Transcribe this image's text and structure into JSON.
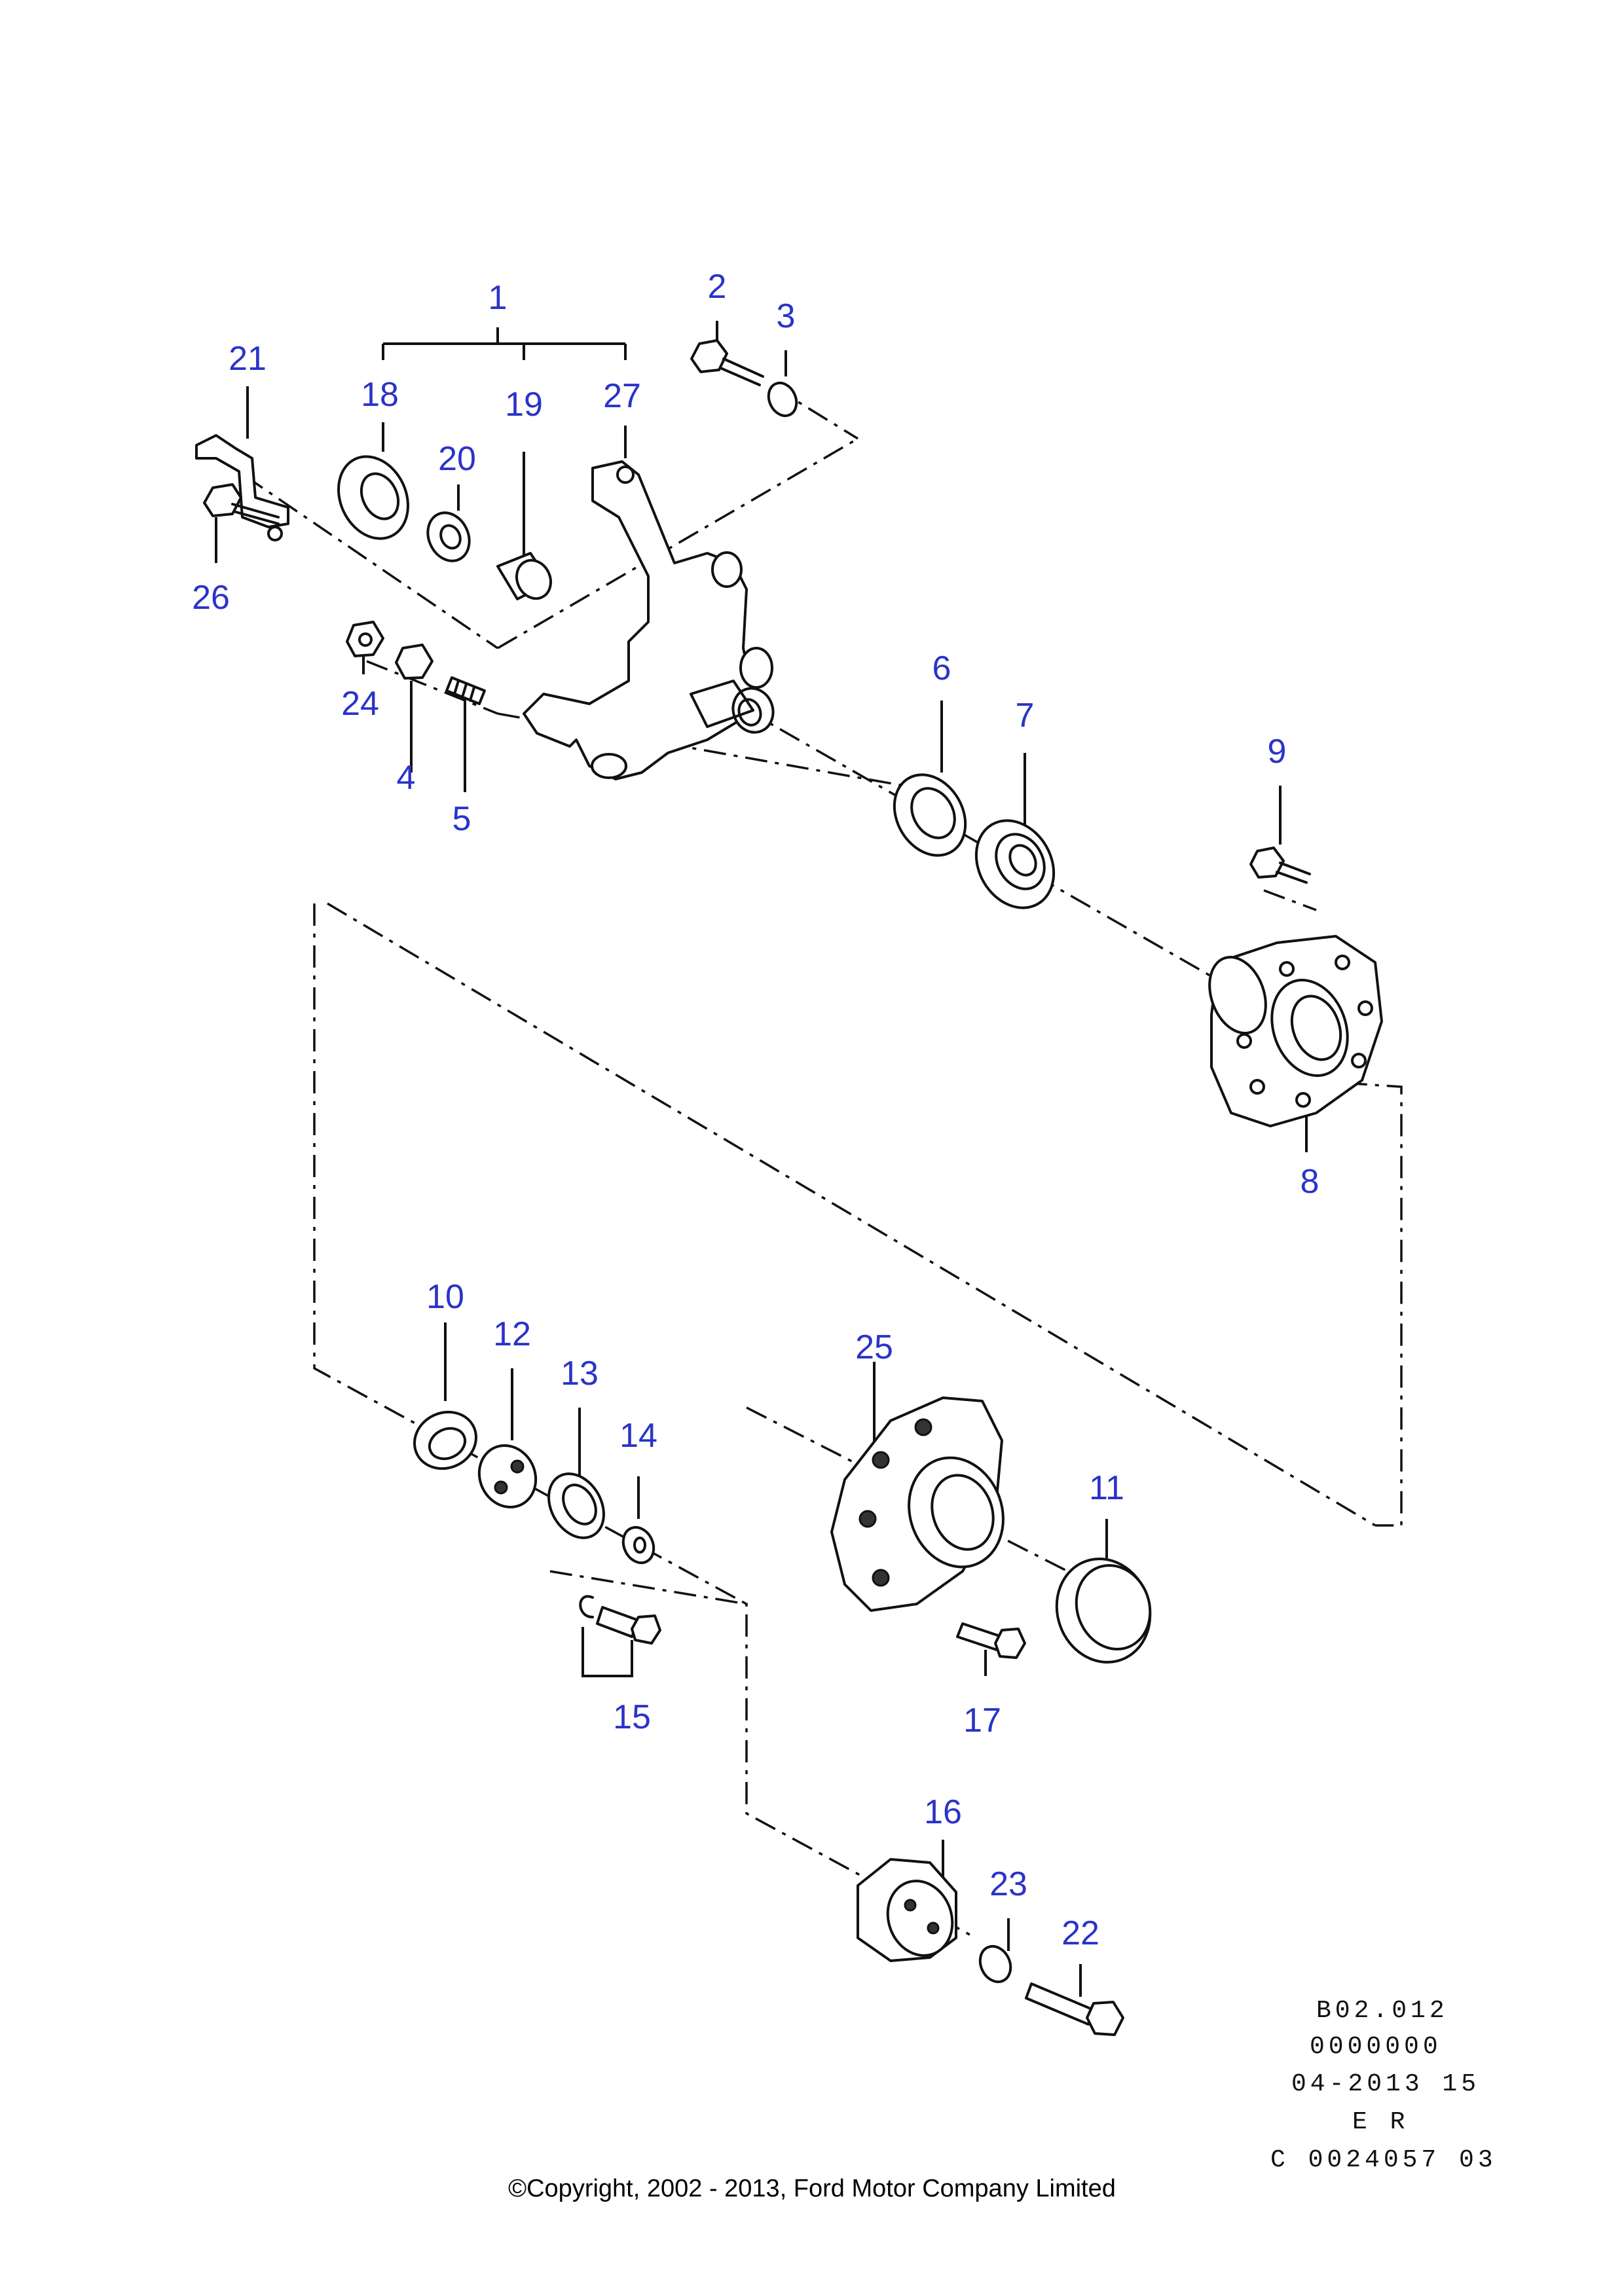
{
  "diagram": {
    "callouts": {
      "c1": "1",
      "c2": "2",
      "c3": "3",
      "c4": "4",
      "c5": "5",
      "c6": "6",
      "c7": "7",
      "c8": "8",
      "c9": "9",
      "c10": "10",
      "c11": "11",
      "c12": "12",
      "c13": "13",
      "c14": "14",
      "c15": "15",
      "c16": "16",
      "c17": "17",
      "c18": "18",
      "c19": "19",
      "c20": "20",
      "c21": "21",
      "c22": "22",
      "c23": "23",
      "c24": "24",
      "c25": "25",
      "c26": "26",
      "c27": "27"
    },
    "reference": {
      "line1": "B02.012",
      "line2": "0000000",
      "line3": "04-2013 15",
      "line4": "E R",
      "line5": "C 0024057 03"
    },
    "copyright": "©Copyright, 2002 - 2013, Ford Motor Company Limited"
  }
}
